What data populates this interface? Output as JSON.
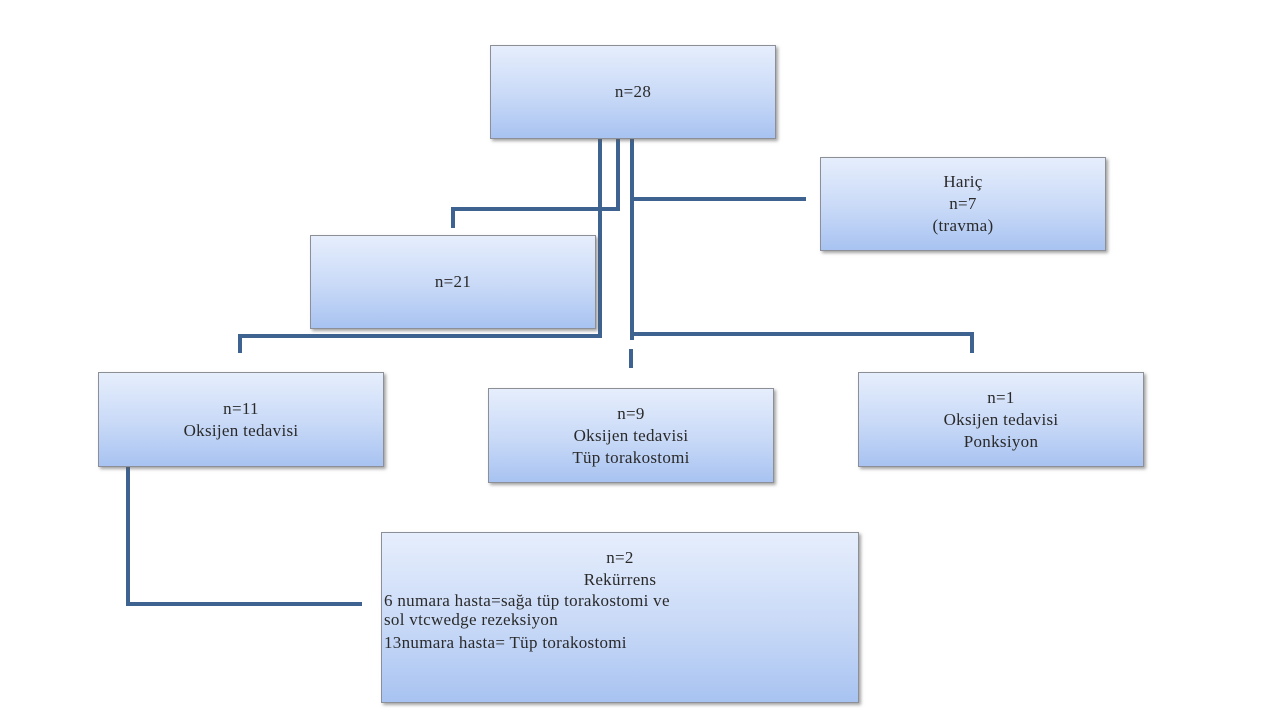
{
  "diagram": {
    "type": "patient-flow-chart",
    "colors": {
      "connector": "#3f6391",
      "box_fill_top": "#e6eefc",
      "box_fill_bottom": "#a8c3f1",
      "box_border": "#8c8f96"
    },
    "nodes": {
      "total": {
        "lines": [
          "n=28"
        ]
      },
      "excluded": {
        "lines": [
          "Hariç",
          "n=7",
          "(travma)"
        ]
      },
      "included": {
        "lines": [
          "n=21"
        ]
      },
      "oxygen": {
        "lines": [
          "n=11",
          "Oksijen tedavisi"
        ]
      },
      "tube": {
        "lines": [
          "n=9",
          "Oksijen tedavisi",
          "Tüp torakostomi"
        ]
      },
      "puncture": {
        "lines": [
          "n=1",
          "Oksijen tedavisi",
          "Ponksiyon"
        ]
      },
      "recurrence": {
        "lines": [
          "n=2",
          "Rekürrens",
          "6 numara hasta=sağa tüp torakostomi ve",
          "sol vtcwedge rezeksiyon",
          "13numara  hasta=  Tüp torakostomi"
        ]
      }
    },
    "edges": [
      {
        "from": "total",
        "to": "excluded"
      },
      {
        "from": "total",
        "to": "included"
      },
      {
        "from": "total",
        "to": "oxygen"
      },
      {
        "from": "total",
        "to": "tube"
      },
      {
        "from": "total",
        "to": "puncture"
      },
      {
        "from": "oxygen",
        "to": "recurrence"
      }
    ]
  }
}
